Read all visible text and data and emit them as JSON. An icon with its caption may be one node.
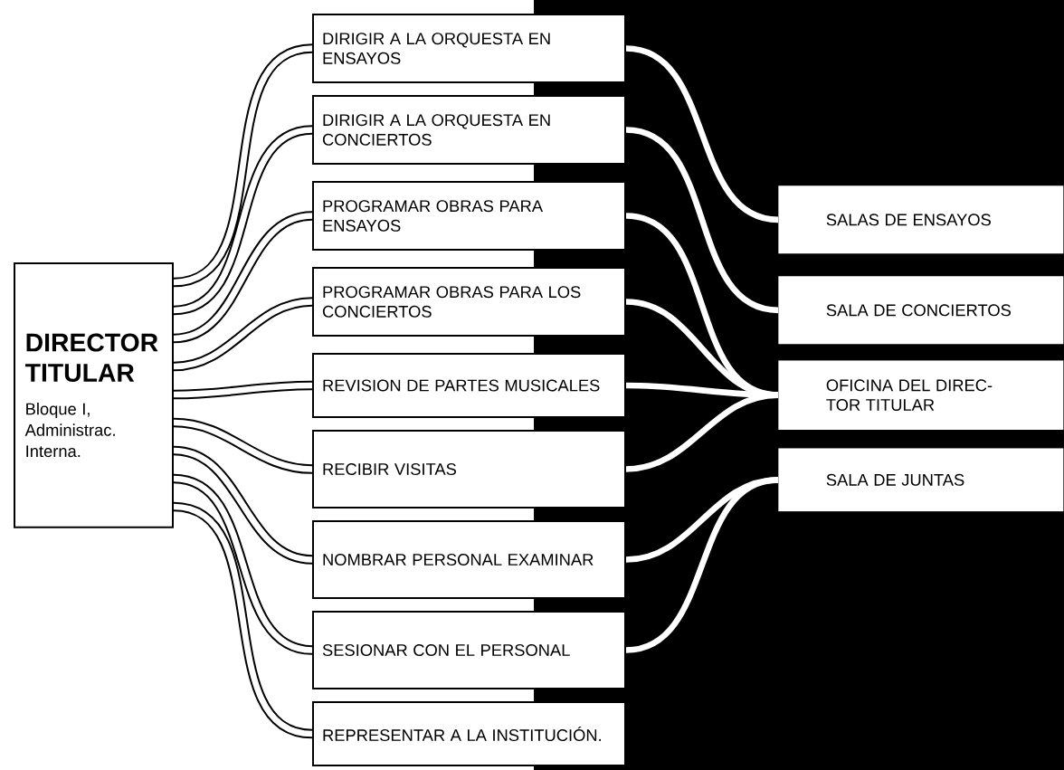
{
  "diagram": {
    "nodes": [
      {
        "text": [
          "DIRECTOR TITULAR",
          "Bloque I, Administrac. Interna."
        ]
      },
      {
        "text": [
          "DIRIGIR A LA ORQUESTA EN ENSAYOS"
        ]
      },
      {
        "text": [
          "DIRIGIR A LA ORQUESTA EN CONCIERTOS"
        ]
      },
      {
        "text": [
          "PROGRAMAR OBRAS PARA ENSAYOS"
        ]
      },
      {
        "text": [
          "PROGRAMAR OBRAS PARA LOS CONCIERTOS"
        ]
      },
      {
        "text": [
          "REVISION DE PARTES MUSICALES"
        ]
      },
      {
        "text": [
          "RECIBIR VISITAS"
        ]
      },
      {
        "text": [
          "NOMBRAR PERSONAL EXAMINAR"
        ]
      },
      {
        "text": [
          "SESIONAR CON EL PERSONAL"
        ]
      },
      {
        "text": [
          "REPRESENTAR A LA INSTITUCIÓN."
        ]
      },
      {
        "text": [
          "SALAS DE ENSAYOS"
        ]
      },
      {
        "text": [
          "SALA DE CONCIERTOS"
        ]
      },
      {
        "text": [
          "OFICINA DEL DIREC- TOR TITULAR"
        ]
      },
      {
        "text": [
          "SALA DE JUNTAS"
        ]
      }
    ],
    "edges": [
      {
        "from": 0,
        "to": 1,
        "arrow": "none"
      },
      {
        "from": 0,
        "to": 2,
        "arrow": "none"
      },
      {
        "from": 0,
        "to": 3,
        "arrow": "none"
      },
      {
        "from": 0,
        "to": 4,
        "arrow": "none"
      },
      {
        "from": 0,
        "to": 5,
        "arrow": "none"
      },
      {
        "from": 0,
        "to": 6,
        "arrow": "none"
      },
      {
        "from": 0,
        "to": 7,
        "arrow": "none"
      },
      {
        "from": 0,
        "to": 8,
        "arrow": "none"
      },
      {
        "from": 0,
        "to": 9,
        "arrow": "none"
      },
      {
        "from": 1,
        "to": 10,
        "arrow": "none",
        "color": "#ffffff"
      },
      {
        "from": 2,
        "to": 11,
        "arrow": "none",
        "color": "#ffffff"
      },
      {
        "from": 3,
        "to": 12,
        "arrow": "none",
        "color": "#ffffff"
      },
      {
        "from": 4,
        "to": 12,
        "arrow": "none",
        "color": "#ffffff"
      },
      {
        "from": 5,
        "to": 12,
        "arrow": "none",
        "color": "#ffffff"
      },
      {
        "from": 6,
        "to": 12,
        "arrow": "none",
        "color": "#ffffff"
      },
      {
        "from": 7,
        "to": 13,
        "arrow": "none",
        "color": "#ffffff"
      },
      {
        "from": 8,
        "to": 13,
        "arrow": "none",
        "color": "#ffffff"
      }
    ]
  }
}
